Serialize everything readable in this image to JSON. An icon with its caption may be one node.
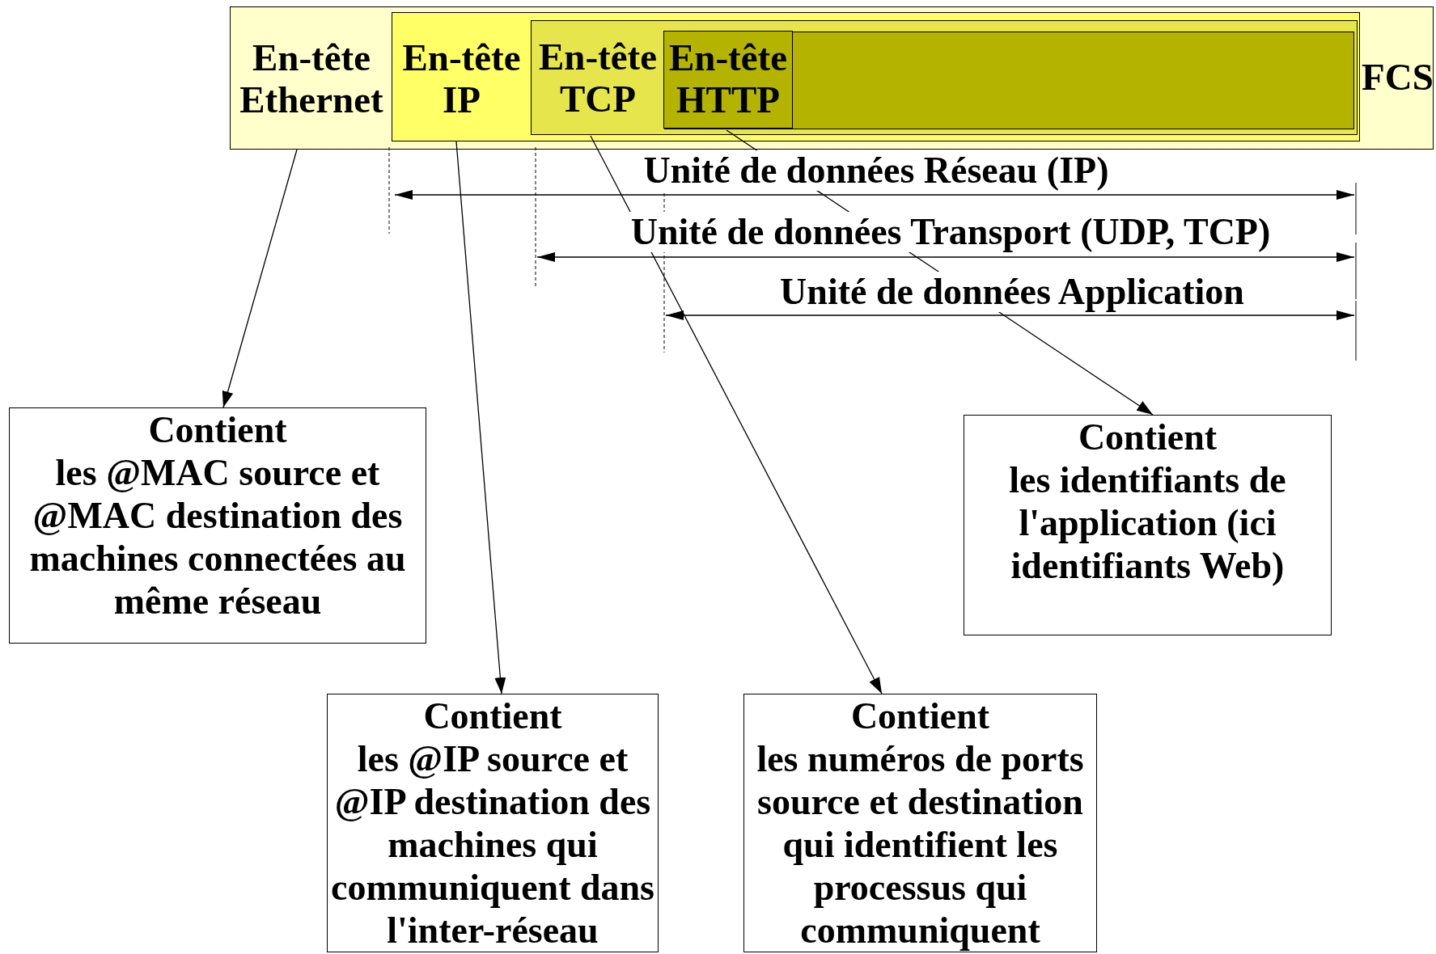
{
  "diagram": {
    "nodes": [
      {
        "text": [
          "En-tête Ethernet",
          "FCS"
        ]
      },
      {
        "text": [
          "En-tête IP"
        ],
        "in": 0
      },
      {
        "text": [
          "En-tête TCP"
        ],
        "in": 1
      },
      {
        "text": [],
        "shape": "box",
        "in": 2
      },
      {
        "text": [
          "En-tête HTTP"
        ],
        "in": 3
      },
      {
        "text": [
          "Contient",
          "les @MAC source et @MAC destination des machines connectées au même réseau"
        ]
      },
      {
        "text": [
          "Contient",
          "les @IP source et @IP destination des machines qui communiquent dans l'inter-réseau"
        ]
      },
      {
        "text": [
          "Contient",
          "les numéros de ports source et destination qui identifient les processus qui communiquent"
        ]
      },
      {
        "text": [
          "Contient",
          "les identifiants de l'application (ici identifiants Web)"
        ]
      }
    ],
    "edges": [
      {
        "from": 0,
        "to": 5,
        "arrow": "to"
      },
      {
        "from": 1,
        "to": 6,
        "arrow": "to"
      },
      {
        "from": 2,
        "to": 7,
        "arrow": "to"
      },
      {
        "from": 4,
        "to": 8,
        "arrow": "to"
      }
    ],
    "labels": [
      "Unité de données Réseau (IP)",
      "Unité de données Transport (UDP, TCP)",
      "Unité de données Application"
    ]
  }
}
